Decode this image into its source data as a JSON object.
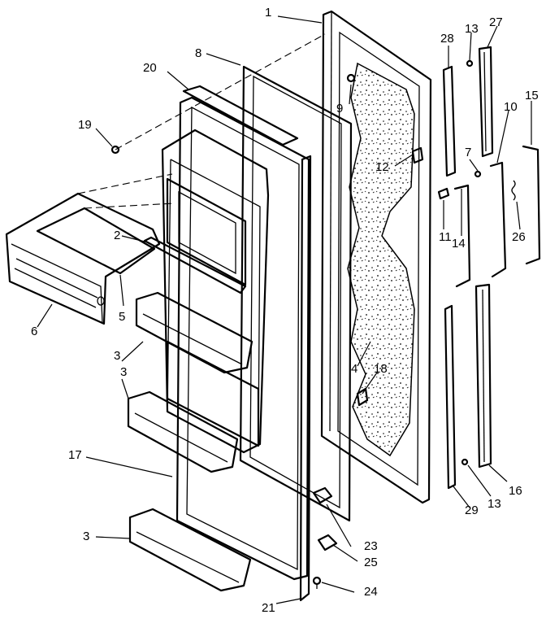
{
  "callouts": [
    {
      "id": "c1",
      "text": "1"
    },
    {
      "id": "c2",
      "text": "2"
    },
    {
      "id": "c3a",
      "text": "3"
    },
    {
      "id": "c3b",
      "text": "3"
    },
    {
      "id": "c3c",
      "text": "3"
    },
    {
      "id": "c4",
      "text": "4"
    },
    {
      "id": "c5",
      "text": "5"
    },
    {
      "id": "c6",
      "text": "6"
    },
    {
      "id": "c7",
      "text": "7"
    },
    {
      "id": "c8",
      "text": "8"
    },
    {
      "id": "c9",
      "text": "9"
    },
    {
      "id": "c10",
      "text": "10"
    },
    {
      "id": "c11",
      "text": "11"
    },
    {
      "id": "c12",
      "text": "12"
    },
    {
      "id": "c13a",
      "text": "13"
    },
    {
      "id": "c13b",
      "text": "13"
    },
    {
      "id": "c14",
      "text": "14"
    },
    {
      "id": "c15",
      "text": "15"
    },
    {
      "id": "c16",
      "text": "16"
    },
    {
      "id": "c17",
      "text": "17"
    },
    {
      "id": "c18",
      "text": "18"
    },
    {
      "id": "c19",
      "text": "19"
    },
    {
      "id": "c20",
      "text": "20"
    },
    {
      "id": "c21",
      "text": "21"
    },
    {
      "id": "c23",
      "text": "23"
    },
    {
      "id": "c24",
      "text": "24"
    },
    {
      "id": "c25",
      "text": "25"
    },
    {
      "id": "c26",
      "text": "26"
    },
    {
      "id": "c27",
      "text": "27"
    },
    {
      "id": "c28",
      "text": "28"
    },
    {
      "id": "c29",
      "text": "29"
    }
  ],
  "colors": {
    "ink": "#000000",
    "paper": "#ffffff"
  }
}
